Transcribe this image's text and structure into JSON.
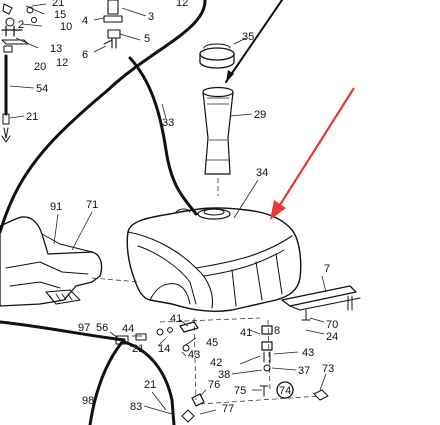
{
  "labels": {
    "l21a": "21",
    "l15": "15",
    "l3": "3",
    "l4": "4",
    "l12a": "12",
    "l2": "2",
    "l10": "10",
    "l5": "5",
    "l13": "13",
    "l6": "6",
    "l20": "20",
    "l12b": "12",
    "l35": "35",
    "l54": "54",
    "l21b": "21",
    "l33": "33",
    "l29": "29",
    "l34": "34",
    "l91": "91",
    "l71": "71",
    "l7": "7",
    "l70": "70",
    "l24": "24",
    "l41a": "41",
    "l41b": "41",
    "l8": "8",
    "l97": "97",
    "l56": "56",
    "l44": "44",
    "l21c": "21",
    "l14": "14",
    "l45": "45",
    "l43a": "43",
    "l43b": "43",
    "l42": "42",
    "l38": "38",
    "l37": "37",
    "l73": "73",
    "l98": "98",
    "l21d": "21",
    "l76": "76",
    "l75": "75",
    "l74": "74",
    "l83": "83",
    "l77": "77"
  },
  "colors": {
    "ink": "#111111",
    "arrow": "#e53935",
    "background": "#ffffff"
  }
}
